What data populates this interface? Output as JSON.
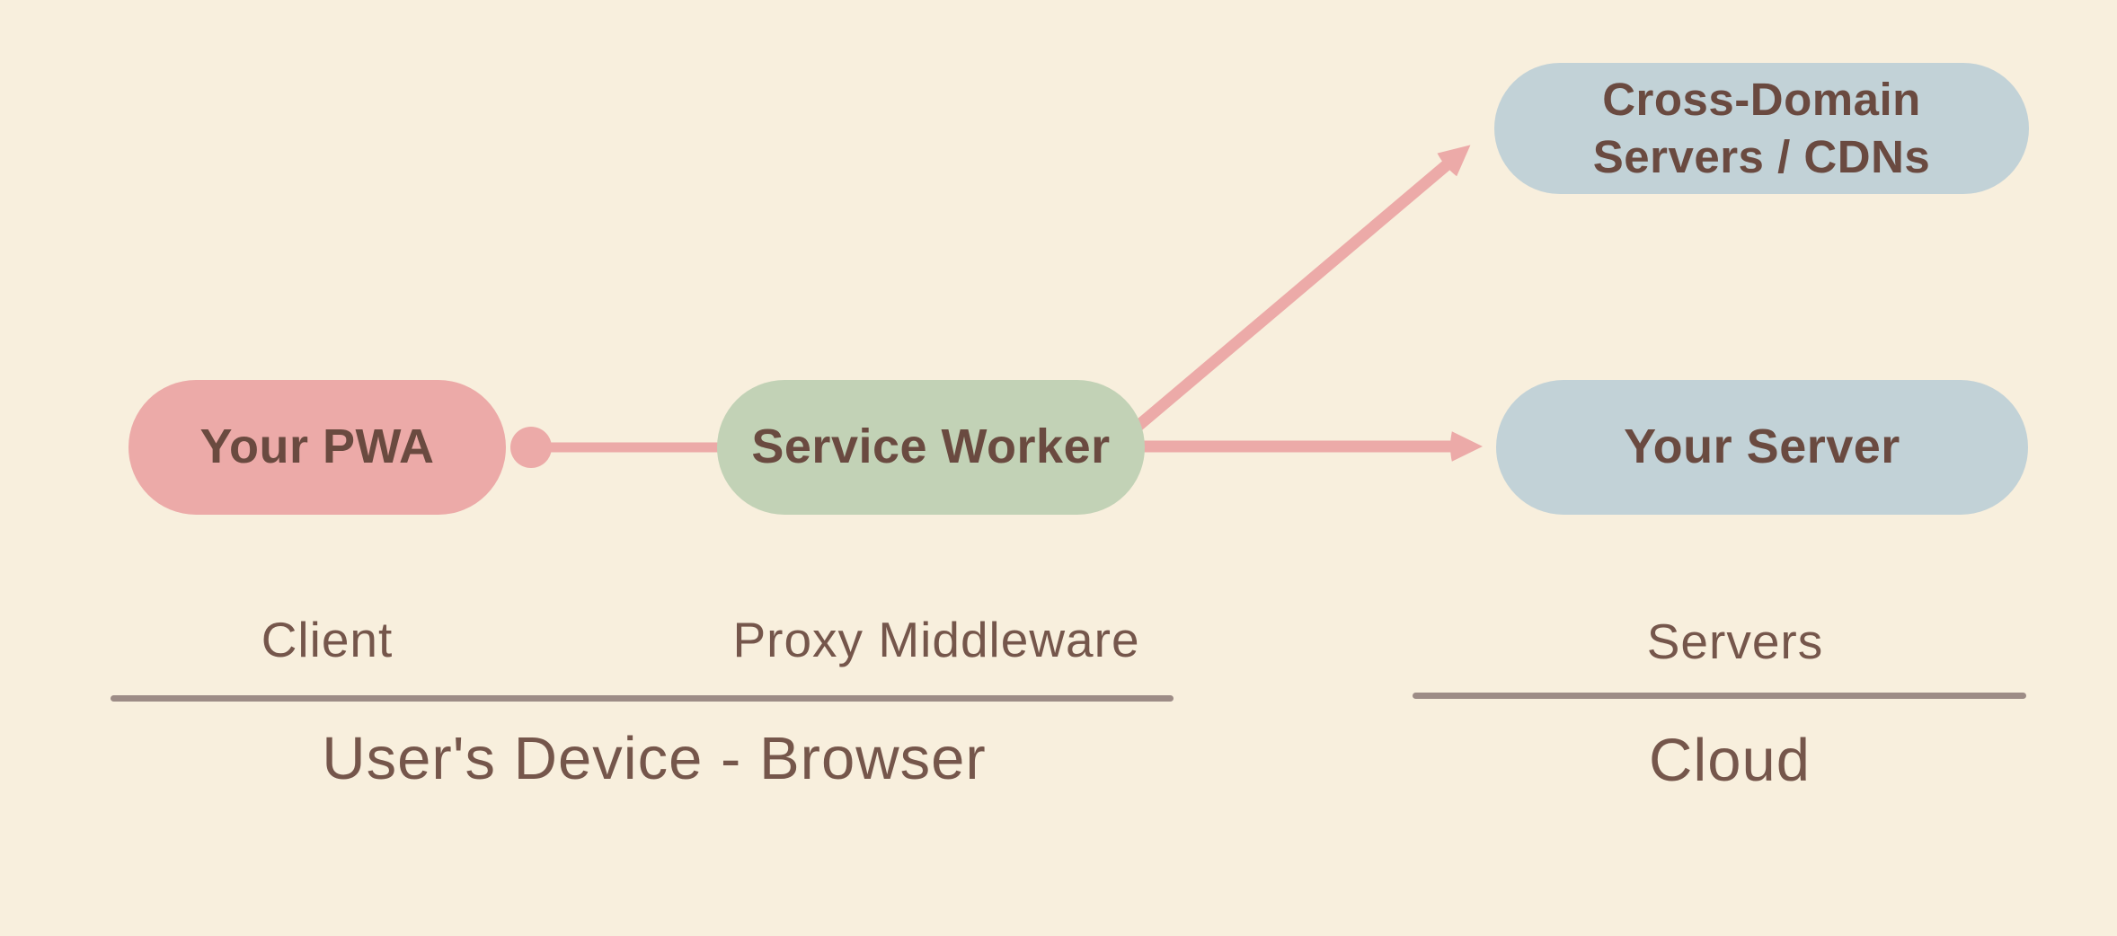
{
  "diagram": {
    "title": "PWA Service Worker proxy architecture",
    "colors": {
      "background": "#f8efdd",
      "pink": "#ecaaa8",
      "green": "#c2d2b6",
      "blue": "#c2d2d7",
      "text": "#6a4a40",
      "muted": "#75564b",
      "line": "#9d8c86"
    },
    "nodes": {
      "your_pwa": {
        "label": "Your PWA",
        "color": "#ecaaa8"
      },
      "service_worker": {
        "label": "Service Worker",
        "color": "#c2d2b6"
      },
      "cross_domain": {
        "label_line1": "Cross-Domain",
        "label_line2": "Servers / CDNs",
        "color": "#c2d2d7"
      },
      "your_server": {
        "label": "Your Server",
        "color": "#c2d2d7"
      }
    },
    "edges": [
      {
        "from": "your_pwa",
        "to": "service_worker",
        "style": "dot-line"
      },
      {
        "from": "service_worker",
        "to": "cross_domain",
        "style": "arrow"
      },
      {
        "from": "service_worker",
        "to": "your_server",
        "style": "arrow"
      }
    ],
    "group_labels": {
      "client": "Client",
      "proxy": "Proxy Middleware",
      "servers": "Servers",
      "device": "User's Device - Browser",
      "cloud": "Cloud"
    }
  }
}
